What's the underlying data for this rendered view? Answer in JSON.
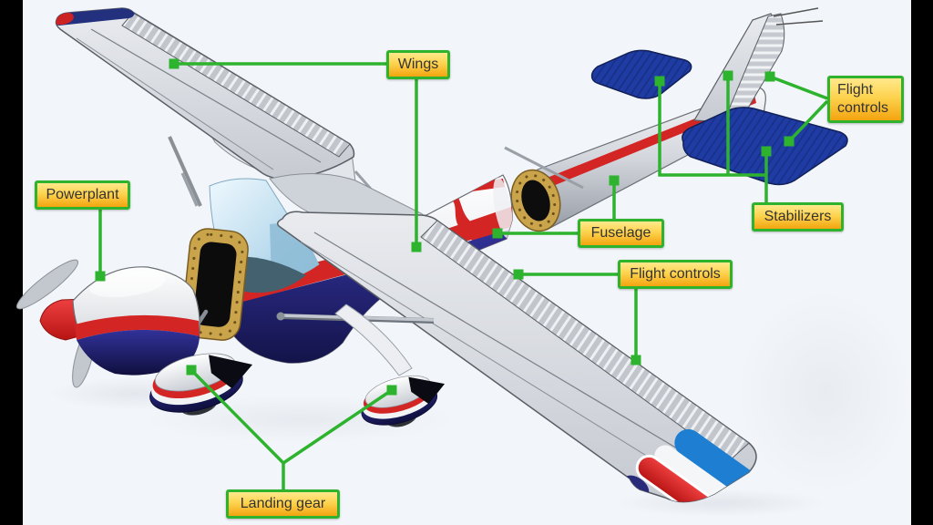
{
  "diagram": {
    "labels": {
      "wings": "Wings",
      "flight_controls_tail": "Flight controls",
      "stabilizers": "Stabilizers",
      "fuselage": "Fuselage",
      "flight_controls_wing": "Flight controls",
      "powerplant": "Powerplant",
      "landing_gear": "Landing gear"
    },
    "colors": {
      "background": "#f2f5f9",
      "letterbox": "#000000",
      "label_border": "#2fb32f",
      "label_fill_top": "#ffe98c",
      "label_fill_mid": "#fdd34f",
      "label_fill_bottom": "#f3a40f",
      "label_text": "#333333",
      "connector": "#2db32d",
      "airframe_gray": "#d3d6db",
      "stripe_red": "#d42525",
      "belly_navy": "#1b1b5a",
      "stabilizer_blue": "#1e3ca4",
      "canopy_blue": "#bcdcee",
      "firewall_gold": "#c9a44a",
      "wingtip_blue": "#1d7ed2"
    }
  }
}
